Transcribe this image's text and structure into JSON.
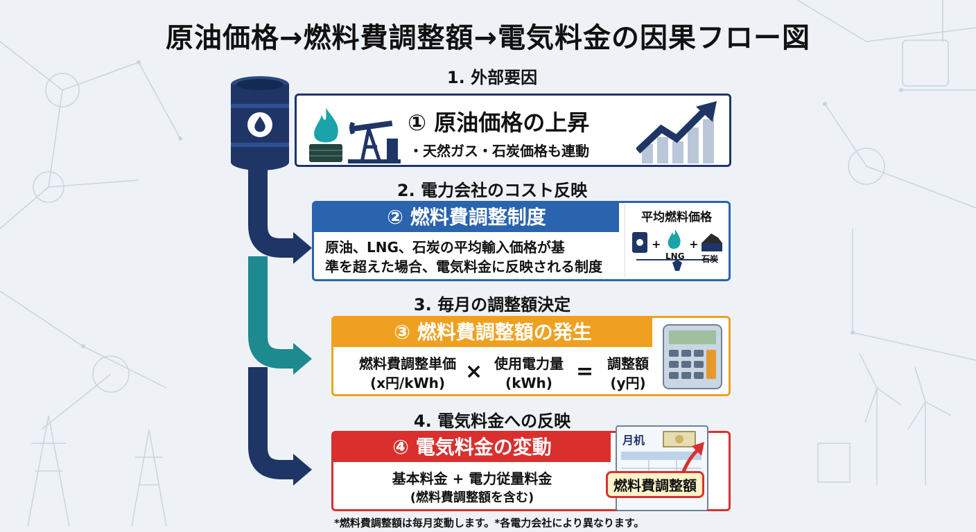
{
  "title": "原油価格→燃料費調整額→電気料金の因果フロー図",
  "step1": {
    "heading": "1. 外部要因",
    "title": "① 原油価格の上昇",
    "sub": "・天然ガス・石炭価格も連動"
  },
  "step2": {
    "heading": "2. 電力会社のコスト反映",
    "title": "② 燃料費調整制度",
    "body_line1": "原油、LNG、石炭の平均輸入価格が基",
    "body_line2": "準を超えた場合、電気料金に反映される制度",
    "side_title": "平均燃料価格",
    "lng": "LNG",
    "coal": "石炭",
    "plus": "+"
  },
  "step3": {
    "heading": "3. 毎月の調整額決定",
    "title": "③ 燃料費調整額の発生",
    "term1": "燃料費調整単価",
    "term1_unit": "(x円/kWh)",
    "times": "×",
    "term2": "使用電力量",
    "term2_unit": "(kWh)",
    "equals": "=",
    "term3": "調整額",
    "term3_unit": "(y円)"
  },
  "step4": {
    "heading": "4. 電気料金への反映",
    "title": "④ 電気料金の変動",
    "body_line1": "基本料金 + 電力従量料金",
    "body_line2": "(燃料費調整額を含む)",
    "bill_label": "月机",
    "tag": "燃料費調整額"
  },
  "footnote": "*燃料費調整額は毎月変動します。*各電力会社により異なります。",
  "colors": {
    "navy": "#1f3566",
    "blue": "#2a63ae",
    "teal": "#1d8a8f",
    "orange": "#f0a020",
    "red": "#d9302e"
  }
}
